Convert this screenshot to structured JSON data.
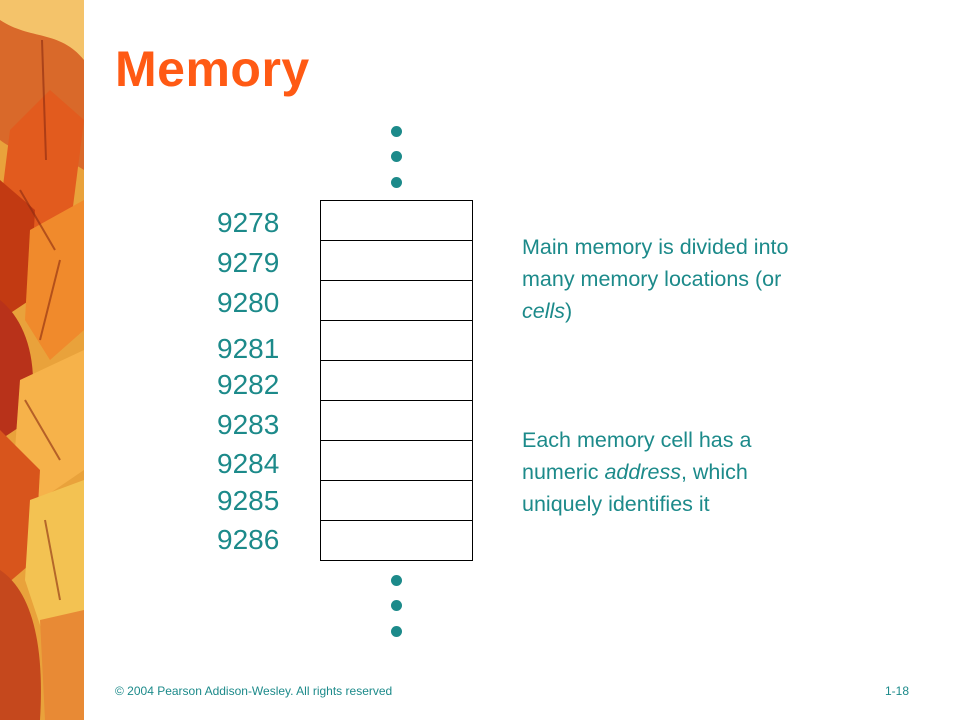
{
  "slide": {
    "title": "Memory",
    "addresses": [
      "9278",
      "9279",
      "9280",
      "9281",
      "9282",
      "9283",
      "9284",
      "9285",
      "9286"
    ],
    "notes": [
      {
        "before": "Main memory is divided into many memory locations (or ",
        "em": "cells",
        "after": ")"
      },
      {
        "before": "Each memory cell has a numeric ",
        "em": "address",
        "after": ", which uniquely identifies it"
      }
    ],
    "footer_left": "© 2004 Pearson Addison-Wesley. All rights reserved",
    "footer_right": "1-18"
  },
  "colors": {
    "title": "#ff5a14",
    "text": "#1c8a8a",
    "cell_border": "#000000"
  },
  "icons": {
    "leaf_strip": "autumn-leaves-image",
    "ellipsis": "vertical-ellipsis-dots"
  }
}
